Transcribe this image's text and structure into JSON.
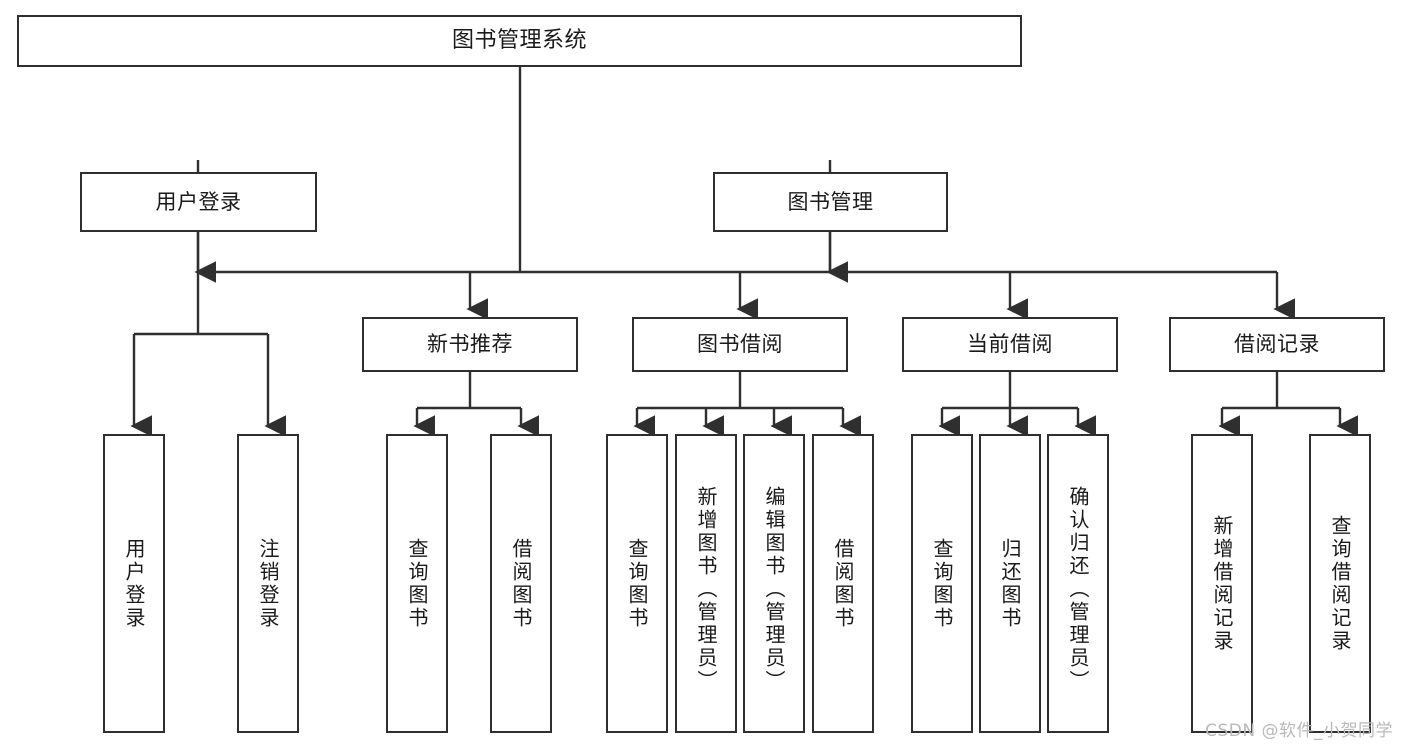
{
  "diagram": {
    "title": "图书管理系统",
    "type": "tree-hierarchy-chart",
    "colors": {
      "box_border": "#2f2f2f",
      "box_fill": "#ffffff",
      "edge": "#2f2f2f",
      "text": "#1a1a1a",
      "watermark": "#b9b9b9",
      "background": "#ffffff"
    }
  },
  "root": {
    "label": "图书管理系统"
  },
  "level2": [
    {
      "label": "用户登录"
    },
    {
      "label": "图书管理"
    }
  ],
  "level3": [
    {
      "label": "新书推荐"
    },
    {
      "label": "图书借阅"
    },
    {
      "label": "当前借阅"
    },
    {
      "label": "借阅记录"
    }
  ],
  "leaves": {
    "user_login": [
      {
        "label": "用户登录"
      },
      {
        "label": "注销登录"
      }
    ],
    "new_book": [
      {
        "label": "查询图书"
      },
      {
        "label": "借阅图书"
      }
    ],
    "book_borrow": [
      {
        "label": "查询图书"
      },
      {
        "label": "新增图书（管理员）"
      },
      {
        "label": "编辑图书（管理员）"
      },
      {
        "label": "借阅图书"
      }
    ],
    "current_borrow": [
      {
        "label": "查询图书"
      },
      {
        "label": "归还图书"
      },
      {
        "label": "确认归还（管理员）"
      }
    ],
    "borrow_record": [
      {
        "label": "新增借阅记录"
      },
      {
        "label": "查询借阅记录"
      }
    ]
  },
  "watermark": {
    "text": "CSDN @软件_小贺同学"
  }
}
